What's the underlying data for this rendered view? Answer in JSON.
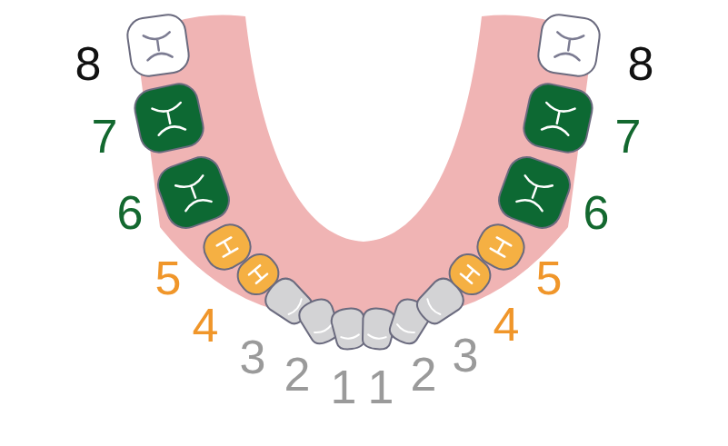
{
  "diagram": {
    "labels": [
      "8",
      "7",
      "6",
      "5",
      "4",
      "3",
      "2",
      "1",
      "1",
      "2",
      "3",
      "4",
      "5",
      "6",
      "7",
      "8"
    ]
  }
}
